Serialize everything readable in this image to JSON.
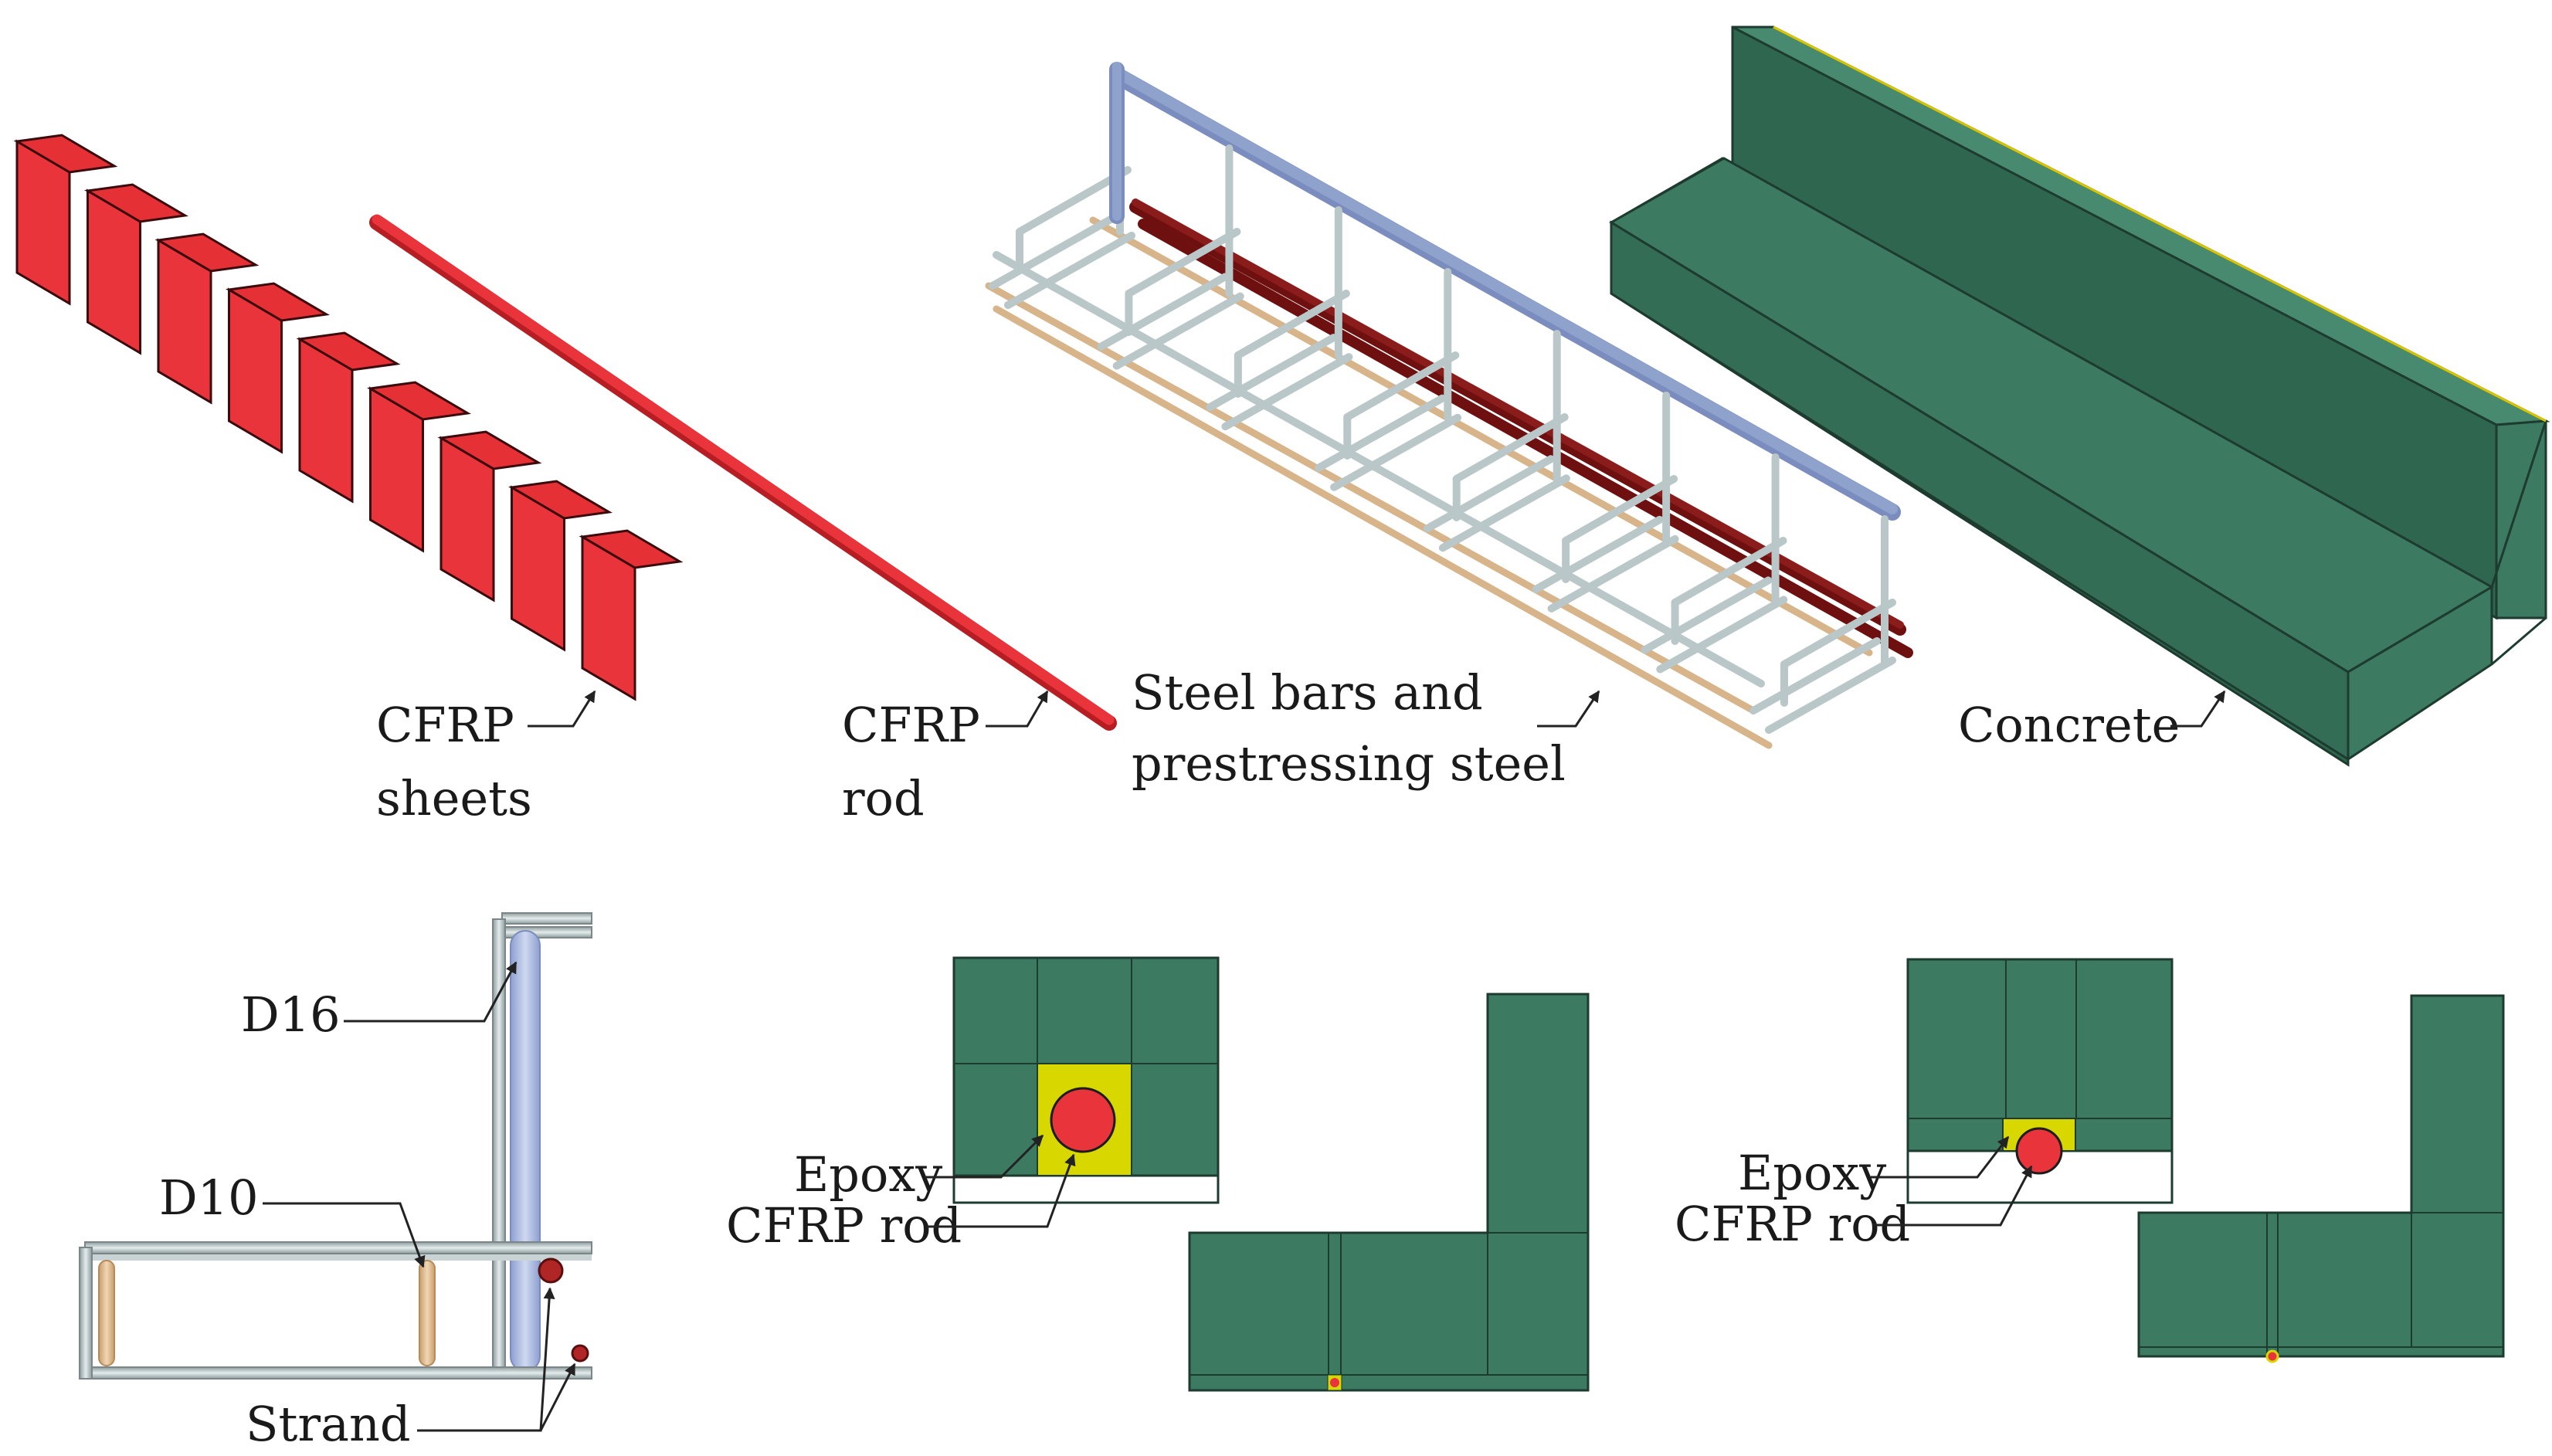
{
  "labels": {
    "cfrp_sheets": [
      "CFRP",
      "sheets"
    ],
    "cfrp_rod": [
      "CFRP",
      "rod"
    ],
    "steel": [
      "Steel bars and",
      "prestressing steel"
    ],
    "concrete": "Concrete",
    "d16": "D16",
    "d10": "D10",
    "strand": "Strand",
    "epoxy_1": "Epoxy",
    "cfrp_rod_1": "CFRP rod",
    "epoxy_2": "Epoxy",
    "cfrp_rod_2": "CFRP rod"
  },
  "colors": {
    "cfrp": "#e8343a",
    "concrete": "#3c7a62",
    "concrete_dark": "#2f664f",
    "concrete_top": "#478a6f",
    "steel": "#b9c7c9",
    "prestress": "#8ea2cc",
    "stirrup_lower": "#d7b48a",
    "strand": "#8b1c1c",
    "epoxy": "#d8d800"
  },
  "icons": {
    "leader_arrow": "arrow-icon"
  }
}
